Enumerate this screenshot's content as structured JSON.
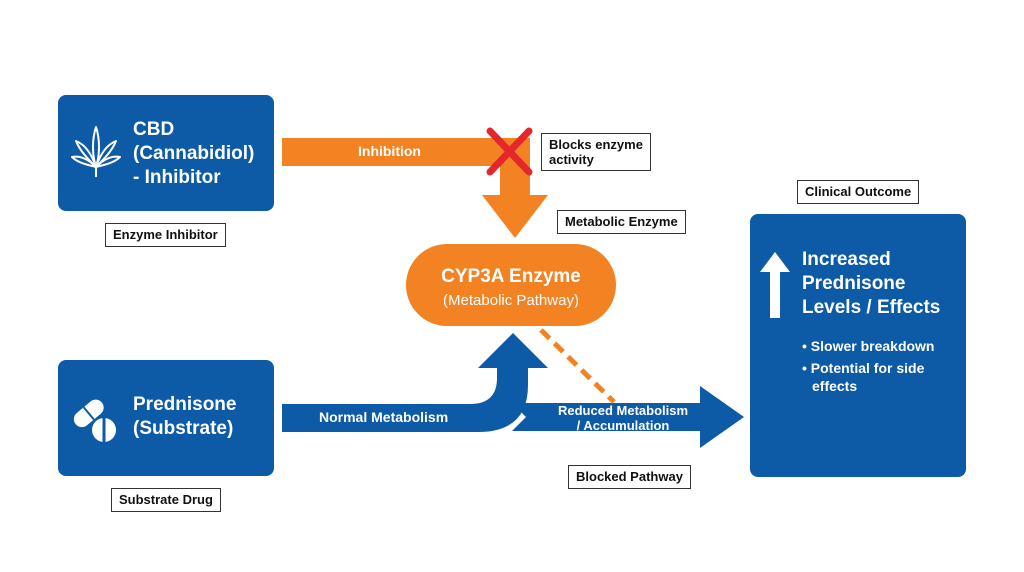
{
  "cbd": {
    "icon": "cannabis-leaf-icon",
    "title_line1": "CBD",
    "title_line2": "(Cannabidiol)",
    "title_line3": "- Inhibitor",
    "tag": "Enzyme Inhibitor"
  },
  "prednisone": {
    "icon": "pills-icon",
    "title_line1": "Prednisone",
    "title_line2": "(Substrate)",
    "tag": "Substrate Drug"
  },
  "inhibition": {
    "label": "Inhibition",
    "x_mark": "blocked-x-icon",
    "tag_line1": "Blocks enzyme",
    "tag_line2": "activity"
  },
  "enzyme": {
    "tag": "Metabolic Enzyme",
    "title": "CYP3A Enzyme",
    "subtitle": "(Metabolic Pathway)"
  },
  "pathways": {
    "normal_label": "Normal Metabolism",
    "reduced_label_line1": "Reduced Metabolism",
    "reduced_label_line2": "/ Accumulation",
    "blocked_tag": "Blocked Pathway"
  },
  "outcome": {
    "tag": "Clinical Outcome",
    "icon": "up-arrow-icon",
    "title_line1": "Increased",
    "title_line2": "Prednisone",
    "title_line3": "Levels / Effects",
    "bullets": [
      "• Slower breakdown",
      "• Potential for side",
      "effects"
    ]
  },
  "colors": {
    "blue": "#0d5aa7",
    "orange": "#f38222",
    "red": "#e5262b"
  }
}
